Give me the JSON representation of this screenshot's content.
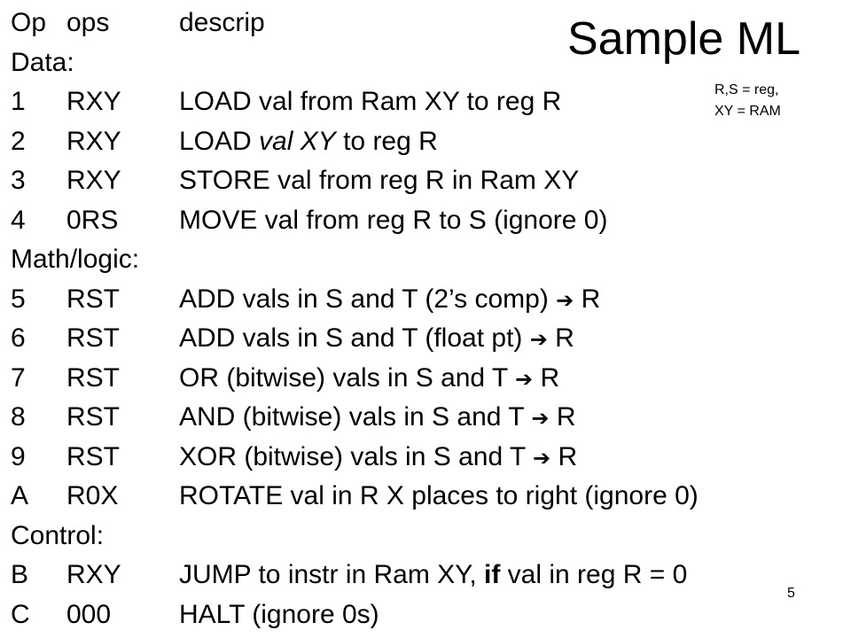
{
  "slide": {
    "title": "Sample ML",
    "note_line1": "R,S = reg,",
    "note_line2": "XY = RAM",
    "page_number": "5"
  },
  "header": {
    "op": "Op",
    "ops": "ops",
    "descrip": "descrip"
  },
  "sections": {
    "data": "Data:",
    "math": "Math/logic:",
    "control": "Control:"
  },
  "arrow_glyph": "➔",
  "rows": [
    {
      "op": "1",
      "ops": "RXY",
      "desc": "LOAD val from Ram XY to reg R"
    },
    {
      "op": "2",
      "ops": "RXY",
      "desc_a": "LOAD ",
      "desc_b": "val XY",
      "desc_c": " to reg R"
    },
    {
      "op": "3",
      "ops": "RXY",
      "desc": "STORE val from reg R in Ram XY"
    },
    {
      "op": "4",
      "ops": "0RS",
      "desc": "MOVE val from reg R to S (ignore 0)"
    },
    {
      "op": "5",
      "ops": "RST",
      "desc_a": "ADD vals in S and T (2’s comp) ",
      "desc_c": " R"
    },
    {
      "op": "6",
      "ops": "RST",
      "desc_a": "ADD vals in S and T (float pt) ",
      "desc_c": " R"
    },
    {
      "op": "7",
      "ops": "RST",
      "desc_a": "OR (bitwise) vals in S and T ",
      "desc_c": " R"
    },
    {
      "op": "8",
      "ops": "RST",
      "desc_a": "AND (bitwise) vals in S and T ",
      "desc_c": " R"
    },
    {
      "op": "9",
      "ops": "RST",
      "desc_a": "XOR (bitwise) vals in S and T ",
      "desc_c": " R"
    },
    {
      "op": "A",
      "ops": "R0X",
      "desc": "ROTATE val in R X places to right (ignore 0)"
    },
    {
      "op": "B",
      "ops": "RXY",
      "desc_a": "JUMP to instr in Ram XY, ",
      "desc_b": "if",
      "desc_c": " val in reg R = 0"
    },
    {
      "op": "C",
      "ops": "000",
      "desc": "HALT (ignore 0s)"
    }
  ]
}
